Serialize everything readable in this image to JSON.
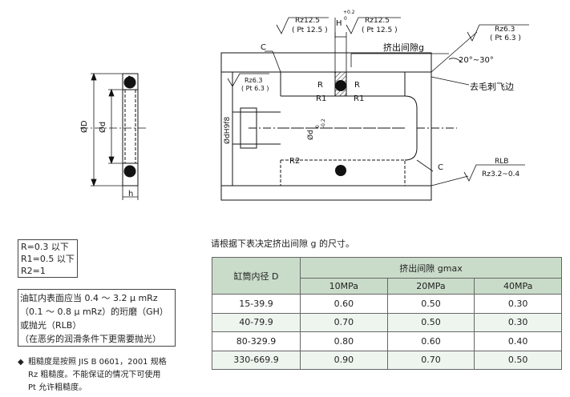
{
  "drawing": {
    "seal_dims": {
      "outer_dia": "ØD",
      "inner_dia": "Ød",
      "height": "h"
    },
    "top_finish_left": {
      "rz": "Rz12.5",
      "pt": "( Pt 12.5 )"
    },
    "top_finish_right": {
      "rz": "Rz12.5",
      "pt": "( Pt 12.5 )"
    },
    "groove_width": {
      "label": "H",
      "tol_upper": "+0.2",
      "tol_lower": "0"
    },
    "extrusion_gap_label": "挤出间隙g",
    "bore_finish": {
      "rz": "Rz6.3",
      "pt": "( Pt 6.3 )"
    },
    "chamfer_angle": "20°~30°",
    "deburr_label": "去毛刺飞边",
    "groove_bottom_finish": {
      "rz": "Rz6.3",
      "pt": "( Pt 6.3 )"
    },
    "rod_finish": {
      "rlb": "RLB",
      "rz": "Rz3.2~0.4"
    },
    "chamfer_labels": {
      "top": "C",
      "bottom": "C"
    },
    "radius_labels": {
      "r": "R",
      "r1": "R1",
      "r2": "R2"
    },
    "bore_dia": "ØdH9f8",
    "groove_dia": {
      "label": "Ød",
      "tol_upper": "0",
      "tol_lower": "-0.2"
    }
  },
  "radius_spec": [
    "R=0.3 以下",
    "R1=0.5 以下",
    "R2=1"
  ],
  "surface_note": [
    "油缸内表面应当 0.4 ～ 3.2 μ mRz",
    "（0.1 ～ 0.8 μ mRz）的珩磨（GH）",
    "或抛光（RLB）",
    "（在恶劣的润滑条件下更需要抛光）"
  ],
  "footnote": {
    "marker": "◆",
    "lines": [
      "粗糙度是按照 JIS B 0601，2001 规格",
      "Rz 粗糙度。不能保证的情况下可使用",
      "Pt 允许粗糙度。"
    ]
  },
  "table": {
    "caption": "请根据下表决定挤出间隙 g 的尺寸。",
    "header_col": "缸筒内径 D",
    "header_group": "挤出间隙 gmax",
    "pressures": [
      "10MPa",
      "20MPa",
      "40MPa"
    ],
    "rows": [
      {
        "range": "15-39.9",
        "values": [
          "0.60",
          "0.50",
          "0.30"
        ]
      },
      {
        "range": "40-79.9",
        "values": [
          "0.70",
          "0.50",
          "0.30"
        ]
      },
      {
        "range": "80-329.9",
        "values": [
          "0.80",
          "0.60",
          "0.40"
        ]
      },
      {
        "range": "330-669.9",
        "values": [
          "0.90",
          "0.70",
          "0.50"
        ]
      }
    ]
  },
  "colors": {
    "table_header": "#c9dcc9",
    "table_row_alt": "#eef5ee",
    "line": "#111111"
  }
}
